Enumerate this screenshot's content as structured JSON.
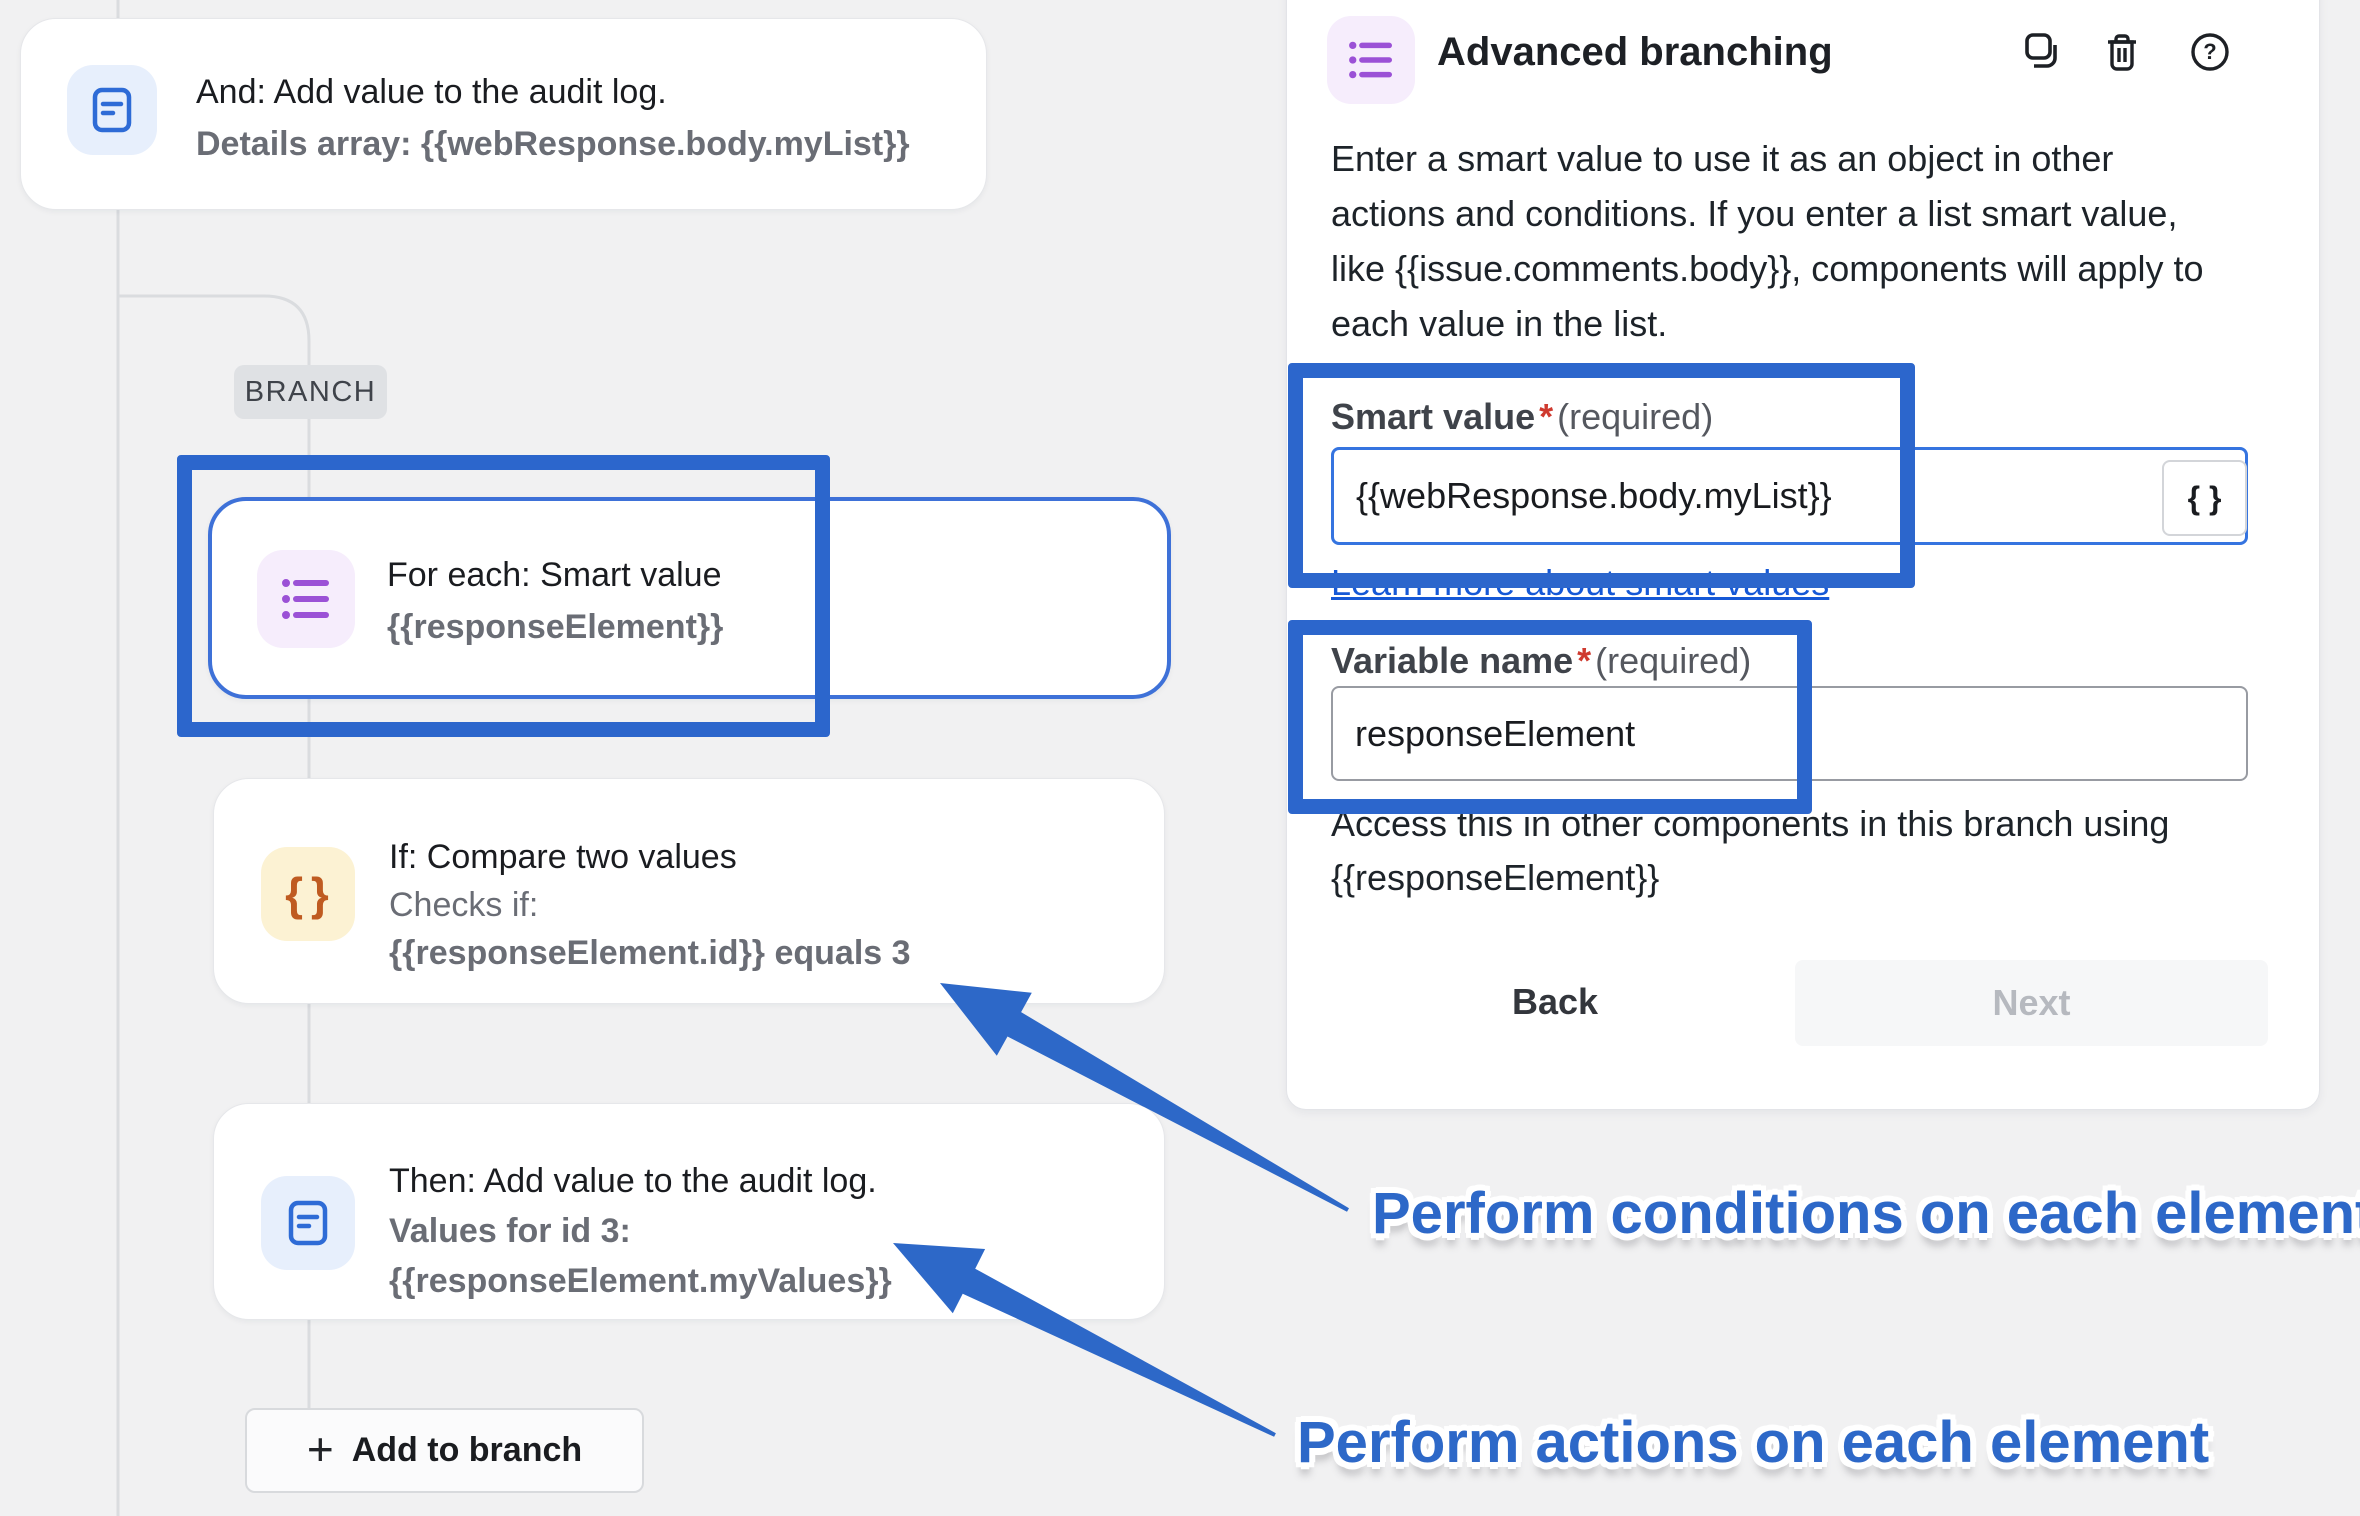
{
  "workflow": {
    "branch_label": "BRANCH",
    "node_and": {
      "title": "And: Add value to the audit log.",
      "subtitle": "Details array: {{webResponse.body.myList}}",
      "icon": "document-icon"
    },
    "node_foreach": {
      "title": "For each: Smart value",
      "subtitle": "{{responseElement}}",
      "icon": "list-icon"
    },
    "node_if": {
      "title": "If: Compare two values",
      "line2": "Checks if:",
      "line3": "{{responseElement.id}} equals 3",
      "icon": "braces-icon"
    },
    "node_then": {
      "title": "Then: Add value to the audit log.",
      "line2": "Values for id 3:",
      "line3": "{{responseElement.myValues}}",
      "icon": "document-icon"
    },
    "add_to_branch": {
      "plus": "+",
      "label": "Add to branch"
    }
  },
  "panel": {
    "title": "Advanced branching",
    "header_icons": [
      "copy-icon",
      "trash-icon",
      "help-icon"
    ],
    "description": "Enter a smart value to use it as an object in other\nactions and conditions. If you enter a list smart value,\nlike {{issue.comments.body}}, components will apply to\neach value in the list.",
    "smart_value": {
      "label": "Smart value",
      "required_marker": "*",
      "required_text": "(required)",
      "value": "{{webResponse.body.myList}}",
      "braces_button": "{ }"
    },
    "learn_more_link": "Learn more about smart values",
    "variable_name": {
      "label": "Variable name",
      "required_marker": "*",
      "required_text": "(required)",
      "value": "responseElement"
    },
    "access_hint": "Access this in other components in this branch using\n{{responseElement}}",
    "back_label": "Back",
    "next_label": "Next"
  },
  "annotations": {
    "conditions_text": "Perform conditions on each element",
    "actions_text": "Perform actions on each element"
  },
  "colors": {
    "annotation_blue": "#2c66cc",
    "arrow_blue": "#2d68c8",
    "node_blue": "#2e6bd6",
    "icon_purple": "#9b51d6",
    "icon_orange": "#bf5b21",
    "link_blue": "#1558d6",
    "connector_gray": "#dadcdf",
    "background_gray": "#f1f1f2"
  }
}
